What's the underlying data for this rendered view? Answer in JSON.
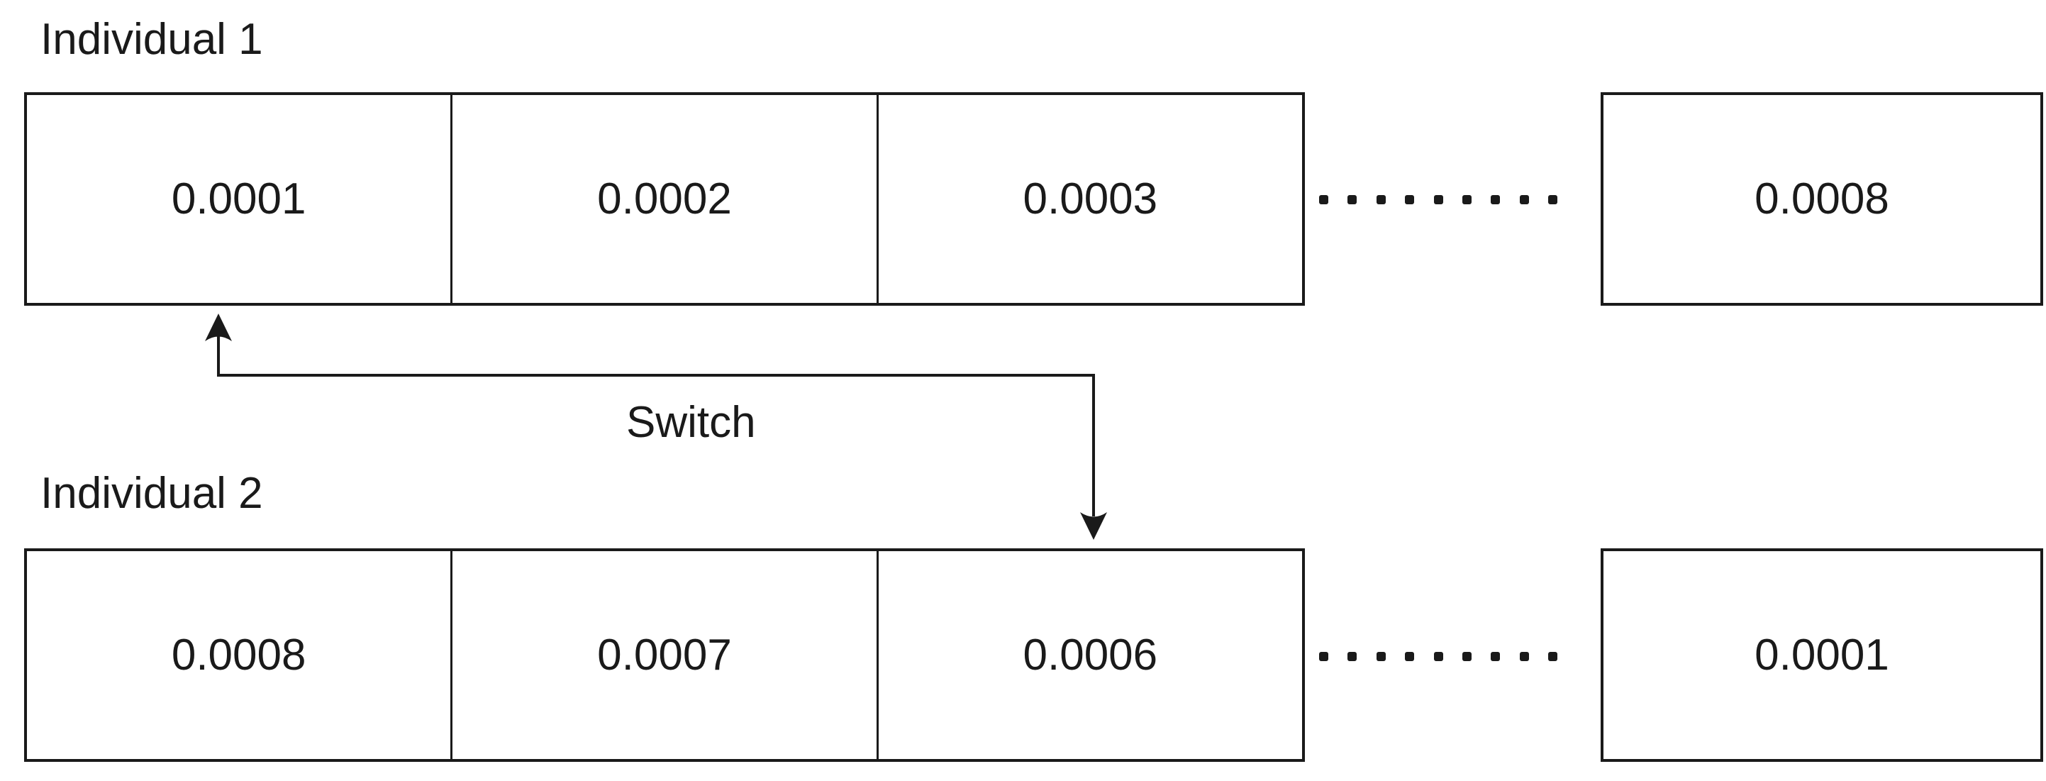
{
  "diagram": {
    "row1": {
      "label": "Individual 1",
      "cells": [
        "0.0001",
        "0.0002",
        "0.0003"
      ],
      "last_cell": "0.0008"
    },
    "row2": {
      "label": "Individual 2",
      "cells": [
        "0.0008",
        "0.0007",
        "0.0006"
      ],
      "last_cell": "0.0001"
    },
    "ellipsis_dot_count": 9,
    "arrow_label": "Switch",
    "colors": {
      "line": "#1a1a1a",
      "text": "#1a1a1a",
      "background": "#ffffff"
    }
  }
}
